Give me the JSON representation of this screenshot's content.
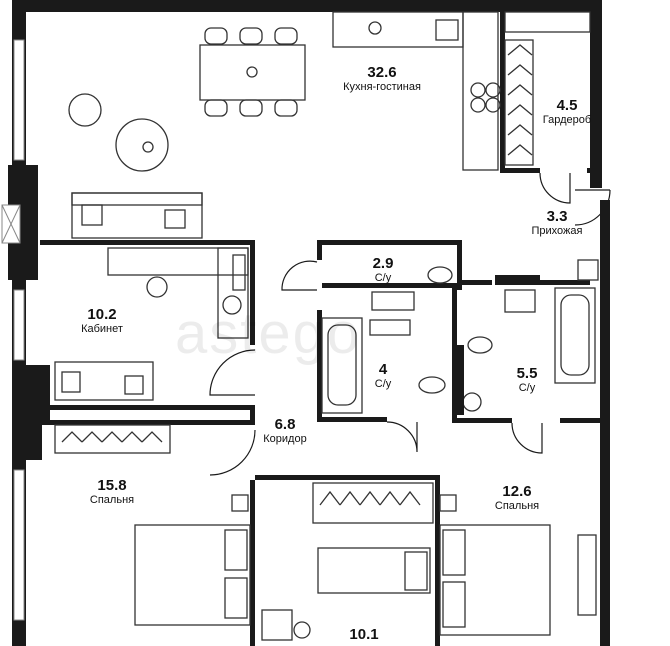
{
  "watermark": "astego",
  "rooms": [
    {
      "id": "kitchen-living",
      "area": "32.6",
      "name": "Кухня-гостиная"
    },
    {
      "id": "wardrobe",
      "area": "4.5",
      "name": "Гардероб"
    },
    {
      "id": "hallway",
      "area": "3.3",
      "name": "Прихожая"
    },
    {
      "id": "bath-1",
      "area": "2.9",
      "name": "С/у"
    },
    {
      "id": "study",
      "area": "10.2",
      "name": "Кабинет"
    },
    {
      "id": "bath-2",
      "area": "4",
      "name": "С/у"
    },
    {
      "id": "bath-3",
      "area": "5.5",
      "name": "С/у"
    },
    {
      "id": "corridor",
      "area": "6.8",
      "name": "Коридор"
    },
    {
      "id": "bedroom-1",
      "area": "15.8",
      "name": "Спальня"
    },
    {
      "id": "bedroom-2",
      "area": "12.6",
      "name": "Спальня"
    },
    {
      "id": "bedroom-3",
      "area": "10.1",
      "name": ""
    }
  ],
  "colors": {
    "wall": "#1a1a1a",
    "window": "#888888",
    "furniture": "#333333"
  }
}
